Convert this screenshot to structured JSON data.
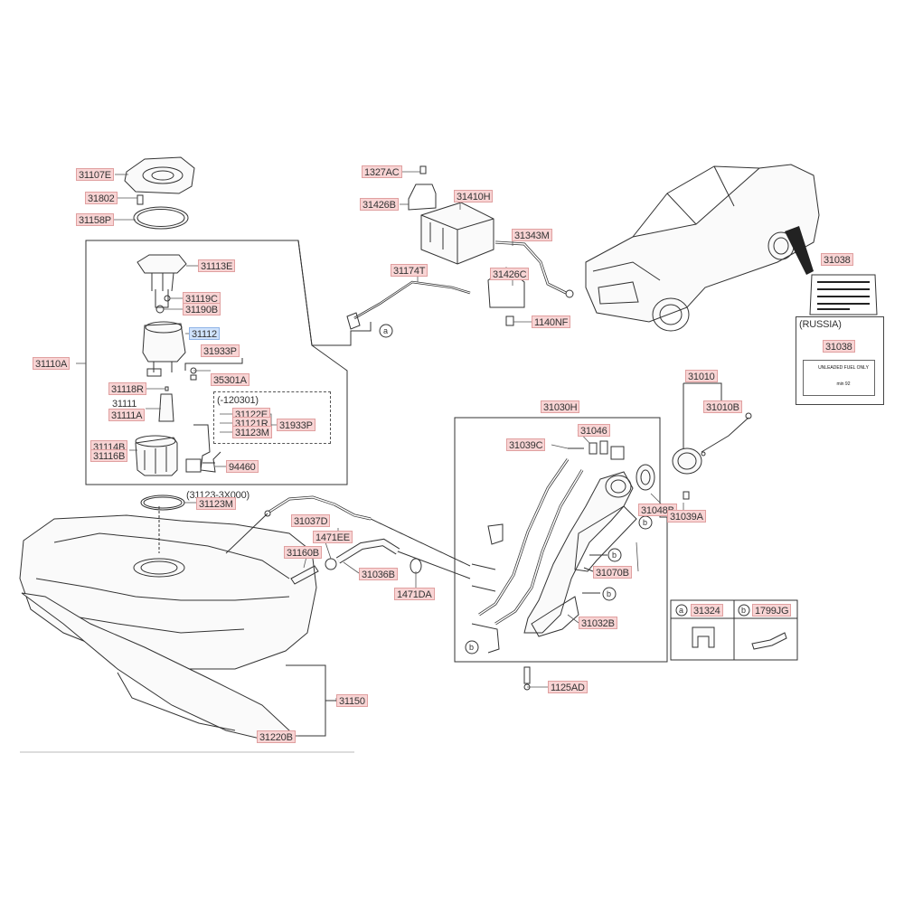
{
  "labels": {
    "l31107E": "31107E",
    "l31802": "31802",
    "l31158P": "31158P",
    "l31113E": "31113E",
    "l31119C": "31119C",
    "l31190B": "31190B",
    "l31112": "31112",
    "l31933P_a": "31933P",
    "l35301A": "35301A",
    "l31110A": "31110A",
    "l31118R": "31118R",
    "l31111": "31111",
    "l31111A": "31111A",
    "l120301": "(-120301)",
    "l31122E": "31122E",
    "l31121R": "31121R",
    "l31123M_a": "31123M",
    "l31933P_b": "31933P",
    "l31114B": "31114B",
    "l31116B": "31116B",
    "l94460": "94460",
    "l3X000": "(31123-3X000)",
    "l31123M_b": "31123M",
    "l31037D": "31037D",
    "l1471EE": "1471EE",
    "l31160B": "31160B",
    "l31036B": "31036B",
    "l1471DA": "1471DA",
    "l31150": "31150",
    "l31220B": "31220B",
    "l1327AC": "1327AC",
    "l31426B": "31426B",
    "l31410H": "31410H",
    "l31343M": "31343M",
    "l31174T": "31174T",
    "l31426C": "31426C",
    "l1140NF": "1140NF",
    "l31038_a": "31038",
    "lRussia": "(RUSSIA)",
    "l31038_b": "31038",
    "l31010": "31010",
    "l31010B": "31010B",
    "l31030H": "31030H",
    "l31046": "31046",
    "l31039C": "31039C",
    "l31048B": "31048B",
    "l31039A": "31039A",
    "l31070B": "31070B",
    "l31032B": "31032B",
    "l1125AD": "1125AD",
    "l31324": "31324",
    "l1799JG": "1799JG"
  },
  "callouts": {
    "a": "a",
    "b": "b"
  },
  "fuel_label_1": {
    "line1": "UNLEADED FUEL ONLY",
    "line2": "min 92"
  }
}
